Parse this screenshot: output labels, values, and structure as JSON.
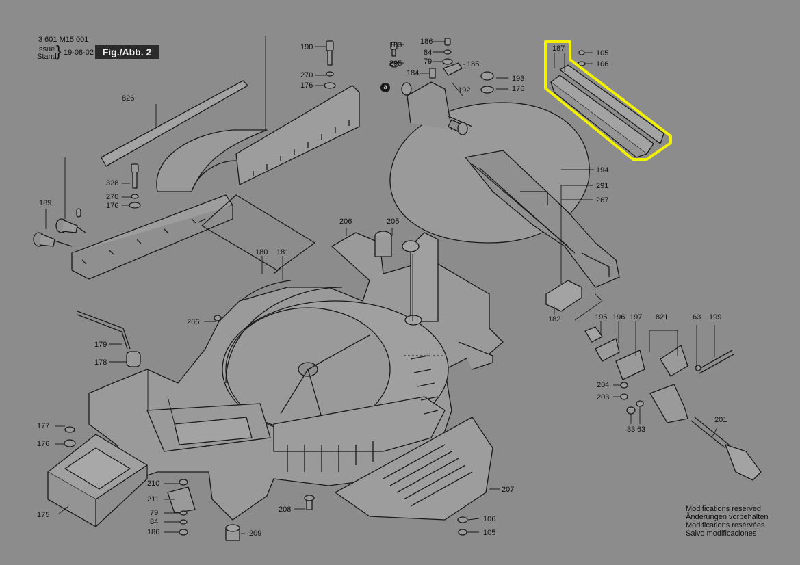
{
  "header": {
    "doc_number": "3 601 M15 001",
    "issue_label": "Issue",
    "stand_label": "Stand",
    "issue_date": "19-08-02",
    "figure_label": "Fig./Abb. 2"
  },
  "marker": "a",
  "callouts": [
    {
      "key": "826",
      "text": "826"
    },
    {
      "key": "190",
      "text": "190"
    },
    {
      "key": "270a",
      "text": "270"
    },
    {
      "key": "176a",
      "text": "176"
    },
    {
      "key": "328",
      "text": "328"
    },
    {
      "key": "270b",
      "text": "270"
    },
    {
      "key": "176b",
      "text": "176"
    },
    {
      "key": "189",
      "text": "189"
    },
    {
      "key": "183",
      "text": "183"
    },
    {
      "key": "295",
      "text": "295"
    },
    {
      "key": "186a",
      "text": "186"
    },
    {
      "key": "84a",
      "text": "84"
    },
    {
      "key": "79a",
      "text": "79"
    },
    {
      "key": "184",
      "text": "184"
    },
    {
      "key": "185",
      "text": "185"
    },
    {
      "key": "192",
      "text": "192"
    },
    {
      "key": "193",
      "text": "193"
    },
    {
      "key": "176c",
      "text": "176"
    },
    {
      "key": "187",
      "text": "187"
    },
    {
      "key": "105a",
      "text": "105"
    },
    {
      "key": "106a",
      "text": "106"
    },
    {
      "key": "194",
      "text": "194"
    },
    {
      "key": "291",
      "text": "291"
    },
    {
      "key": "267",
      "text": "267"
    },
    {
      "key": "206",
      "text": "206"
    },
    {
      "key": "205",
      "text": "205"
    },
    {
      "key": "180",
      "text": "180"
    },
    {
      "key": "181",
      "text": "181"
    },
    {
      "key": "182",
      "text": "182"
    },
    {
      "key": "195",
      "text": "195"
    },
    {
      "key": "196",
      "text": "196"
    },
    {
      "key": "197",
      "text": "197"
    },
    {
      "key": "821",
      "text": "821"
    },
    {
      "key": "63a",
      "text": "63"
    },
    {
      "key": "199",
      "text": "199"
    },
    {
      "key": "266",
      "text": "266"
    },
    {
      "key": "179",
      "text": "179"
    },
    {
      "key": "178",
      "text": "178"
    },
    {
      "key": "204",
      "text": "204"
    },
    {
      "key": "203",
      "text": "203"
    },
    {
      "key": "33",
      "text": "33"
    },
    {
      "key": "63b",
      "text": "63"
    },
    {
      "key": "201",
      "text": "201"
    },
    {
      "key": "177",
      "text": "177"
    },
    {
      "key": "176d",
      "text": "176"
    },
    {
      "key": "175",
      "text": "175"
    },
    {
      "key": "210",
      "text": "210"
    },
    {
      "key": "211",
      "text": "211"
    },
    {
      "key": "79b",
      "text": "79"
    },
    {
      "key": "84b",
      "text": "84"
    },
    {
      "key": "186b",
      "text": "186"
    },
    {
      "key": "208",
      "text": "208"
    },
    {
      "key": "209",
      "text": "209"
    },
    {
      "key": "207",
      "text": "207"
    },
    {
      "key": "106b",
      "text": "106"
    },
    {
      "key": "105b",
      "text": "105"
    }
  ],
  "notes": [
    "Modifications reserved",
    "Änderungen vorbehalten",
    "Modifications resérvées",
    "Salvo modificaciones"
  ],
  "highlight": {
    "target_part": "187",
    "color": "#f2f200"
  },
  "colors": {
    "background": "#8c8c8c",
    "line": "#1a1a1a",
    "part_fill": "#9a9a9a"
  }
}
